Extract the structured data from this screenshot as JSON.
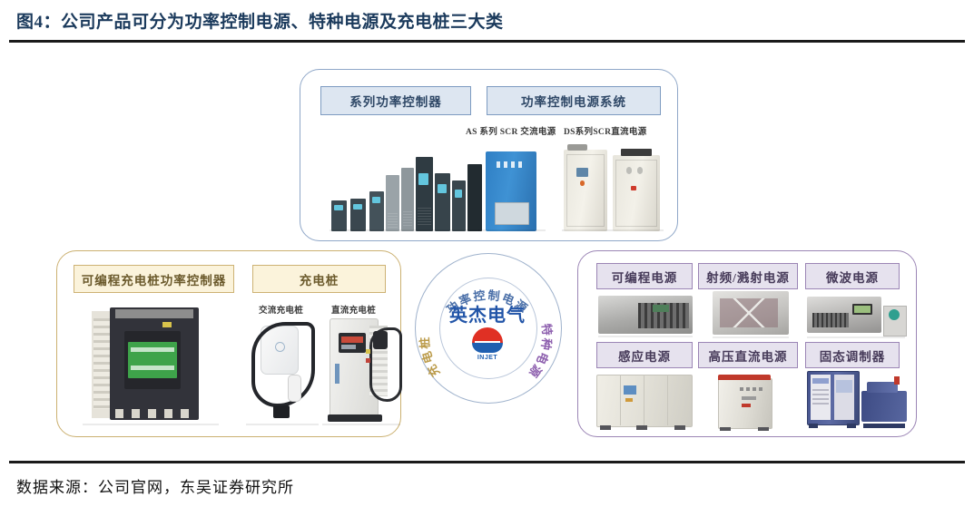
{
  "header": {
    "figure_title": "图4：公司产品可分为功率控制电源、特种电源及充电桩三大类"
  },
  "footer": {
    "source": "数据来源：公司官网，东吴证券研究所"
  },
  "center": {
    "brand_name": "英杰电气",
    "logo_text": "INJET",
    "arc_top": "功率控制电源",
    "arc_right": "特种电源",
    "arc_left": "充电桩",
    "colors": {
      "arc_top": "#4a6fa8",
      "arc_right": "#8d5fae",
      "arc_left": "#bb9b4a",
      "brand": "#2255a8",
      "logo_red": "#e03024",
      "logo_blue": "#1f5fb0"
    }
  },
  "panels": {
    "top": {
      "name": "功率控制电源",
      "border_color": "#8fa7c8",
      "chips": [
        {
          "label": "系列功率控制器"
        },
        {
          "label": "功率控制电源系统"
        }
      ],
      "sublabels": [
        {
          "label": "AS 系列 SCR 交流电源"
        },
        {
          "label": "DS系列SCR直流电源"
        }
      ]
    },
    "left": {
      "name": "充电桩",
      "border_color": "#cbb070",
      "chips": [
        {
          "label": "可编程充电桩功率控制器"
        },
        {
          "label": "充电桩"
        }
      ],
      "sublabels": [
        {
          "label": "交流充电桩"
        },
        {
          "label": "直流充电桩"
        }
      ]
    },
    "right": {
      "name": "特种电源",
      "border_color": "#9b85b5",
      "chips_top": [
        {
          "label": "可编程电源"
        },
        {
          "label": "射频/溅射电源"
        },
        {
          "label": "微波电源"
        }
      ],
      "chips_bottom": [
        {
          "label": "感应电源"
        },
        {
          "label": "高压直流电源"
        },
        {
          "label": "固态调制器"
        }
      ]
    }
  }
}
